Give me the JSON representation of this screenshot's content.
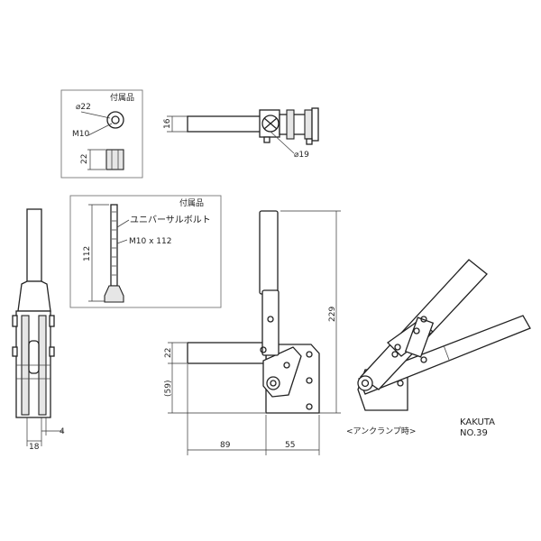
{
  "accessories_small": {
    "heading": "付属品",
    "diameter": "⌀22",
    "thread": "M10",
    "height": "22"
  },
  "accessories_bolt": {
    "heading": "付属品",
    "name": "ユニバーサルボルト",
    "spec": "M10 x 112",
    "length": "112"
  },
  "top_view": {
    "height": "16",
    "diameter": "⌀19"
  },
  "side_view": {
    "width": "18",
    "thickness": "4"
  },
  "front_view": {
    "height_total": "229",
    "bar_height": "22",
    "offset": "(59)",
    "length_a": "89",
    "length_b": "55"
  },
  "unclamp_view": {
    "caption": "<アンクランプ時>"
  },
  "brand": {
    "name": "KAKUTA",
    "model": "NO.39"
  }
}
